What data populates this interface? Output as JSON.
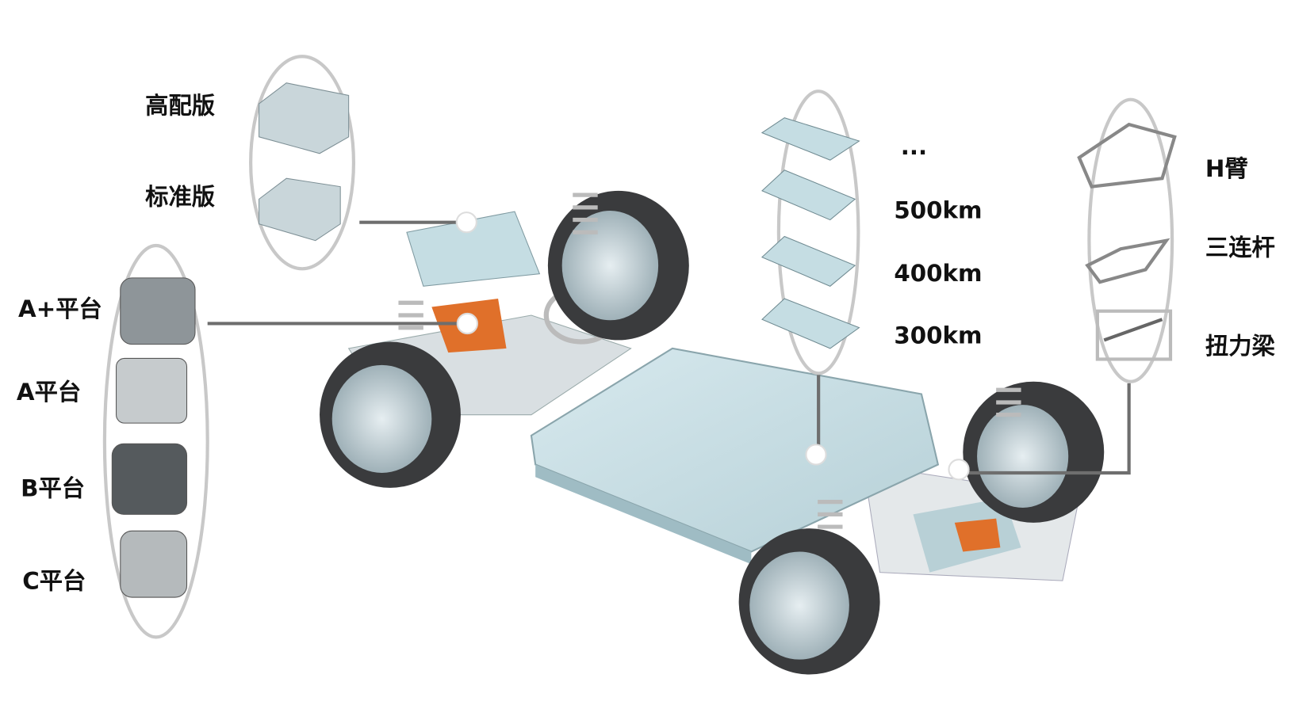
{
  "controller_options": {
    "high": "高配版",
    "standard": "标准版"
  },
  "motor_platforms": [
    "A+平台",
    "A平台",
    "B平台",
    "C平台"
  ],
  "battery_ranges": [
    "...",
    "500km",
    "400km",
    "300km"
  ],
  "suspension_options": [
    "H臂",
    "三连杆",
    "扭力梁"
  ],
  "colors": {
    "battery": "#c5dde3",
    "tire": "#3a3b3d",
    "ellipse": "#c8c8c8",
    "connector": "#6e6e6e",
    "accent": "#e0702a"
  }
}
